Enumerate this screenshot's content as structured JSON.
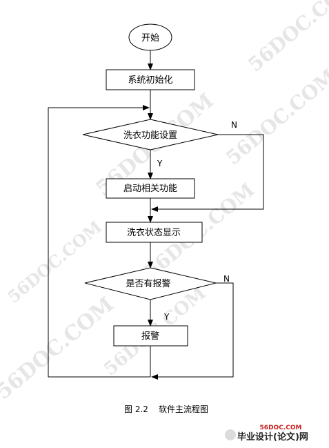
{
  "flowchart": {
    "start": "开始",
    "init": "系统初始化",
    "decision_setting": "洗衣功能设置",
    "start_function": "启动相关功能",
    "display_status": "洗衣状态显示",
    "decision_alarm": "是否有报警",
    "alarm": "报警",
    "yes_label_1": "Y",
    "no_label_1": "N",
    "yes_label_2": "Y",
    "no_label_2": "N"
  },
  "caption": {
    "number": "图 2.2",
    "title": "软件主流程图"
  },
  "watermark": {
    "text": "56DOC.COM",
    "site_small": "56DOC.COM",
    "site_big": "毕业设计(论文)网"
  },
  "colors": {
    "line": "#000000",
    "watermark": "#e6e6e6",
    "logo_red": "#c81e1e"
  }
}
